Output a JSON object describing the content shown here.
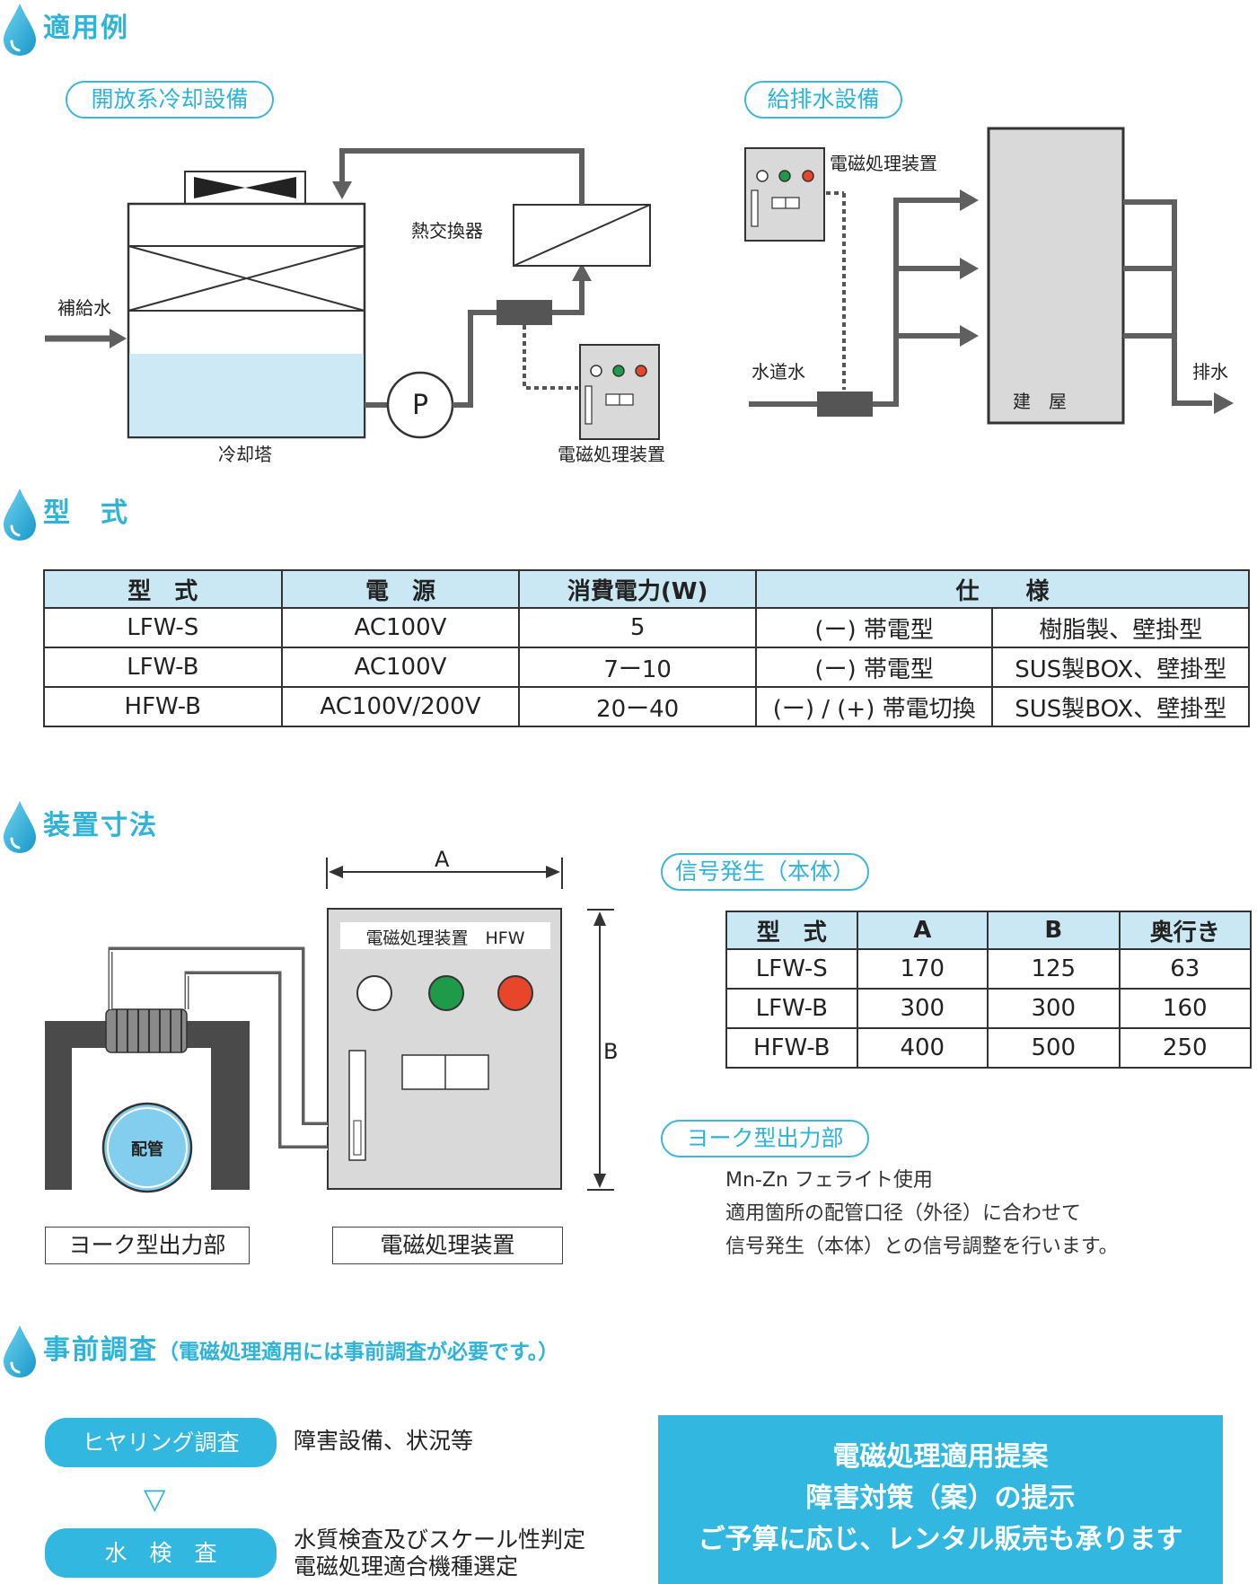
{
  "sections": {
    "examples": "適用例",
    "model": "型　式",
    "dimensions": "装置寸法",
    "survey": "事前調査",
    "survey_note": "（電磁処理適用には事前調査が必要です。）"
  },
  "examples": {
    "cooling": {
      "title": "開放系冷却設備",
      "heat_exchanger": "熱交換器",
      "makeup_water": "補給水",
      "cooling_tower": "冷却塔",
      "pump": "P",
      "device": "電磁処理装置"
    },
    "supply": {
      "title": "給排水設備",
      "device": "電磁処理装置",
      "tap_water": "水道水",
      "building": "建　屋",
      "drain": "排水"
    }
  },
  "model_table": {
    "headers": [
      "型　式",
      "電　源",
      "消費電力(W)",
      "仕　　様"
    ],
    "rows": [
      [
        "LFW-S",
        "AC100V",
        "5",
        "(ー) 帯電型",
        "樹脂製、壁掛型"
      ],
      [
        "LFW-B",
        "AC100V",
        "7ー10",
        "(ー) 帯電型",
        "SUS製BOX、壁掛型"
      ],
      [
        "HFW-B",
        "AC100V/200V",
        "20ー40",
        "(ー) / (+) 帯電切換",
        "SUS製BOX、壁掛型"
      ]
    ]
  },
  "dims": {
    "a": "A",
    "b": "B",
    "panel_title": "電磁処理装置　HFW",
    "pipe": "配管",
    "yoke_label": "ヨーク型出力部",
    "device_label": "電磁処理装置",
    "signal_title": "信号発生（本体）",
    "table": {
      "headers": [
        "型　式",
        "A",
        "B",
        "奥行き"
      ],
      "rows": [
        [
          "LFW-S",
          "170",
          "125",
          "63"
        ],
        [
          "LFW-B",
          "300",
          "300",
          "160"
        ],
        [
          "HFW-B",
          "400",
          "500",
          "250"
        ]
      ]
    },
    "yoke_title": "ヨーク型出力部",
    "yoke_lines": [
      "Mn-Zn フェライト使用",
      "適用箇所の配管口径（外径）に合わせて",
      "信号発生（本体）との信号調整を行います。"
    ]
  },
  "survey": {
    "step1": "ヒヤリング調査",
    "step1_text": "障害設備、状況等",
    "arrow": "▽",
    "step2": "水　検　査",
    "step2_lines": [
      "水質検査及びスケール性判定",
      "電磁処理適合機種選定"
    ],
    "proposal_lines": [
      "電磁処理適用提案",
      "障害対策（案）の提示",
      "ご予算に応じ、レンタル販売も承ります"
    ]
  },
  "colors": {
    "accent": "#32b8e0",
    "table_header": "#c9e8f3",
    "water": "#cde9f5",
    "pipe": "#5f5f5f",
    "panel": "#d9d9d9",
    "lamp_green": "#1f9a48",
    "lamp_red": "#e8462a"
  }
}
